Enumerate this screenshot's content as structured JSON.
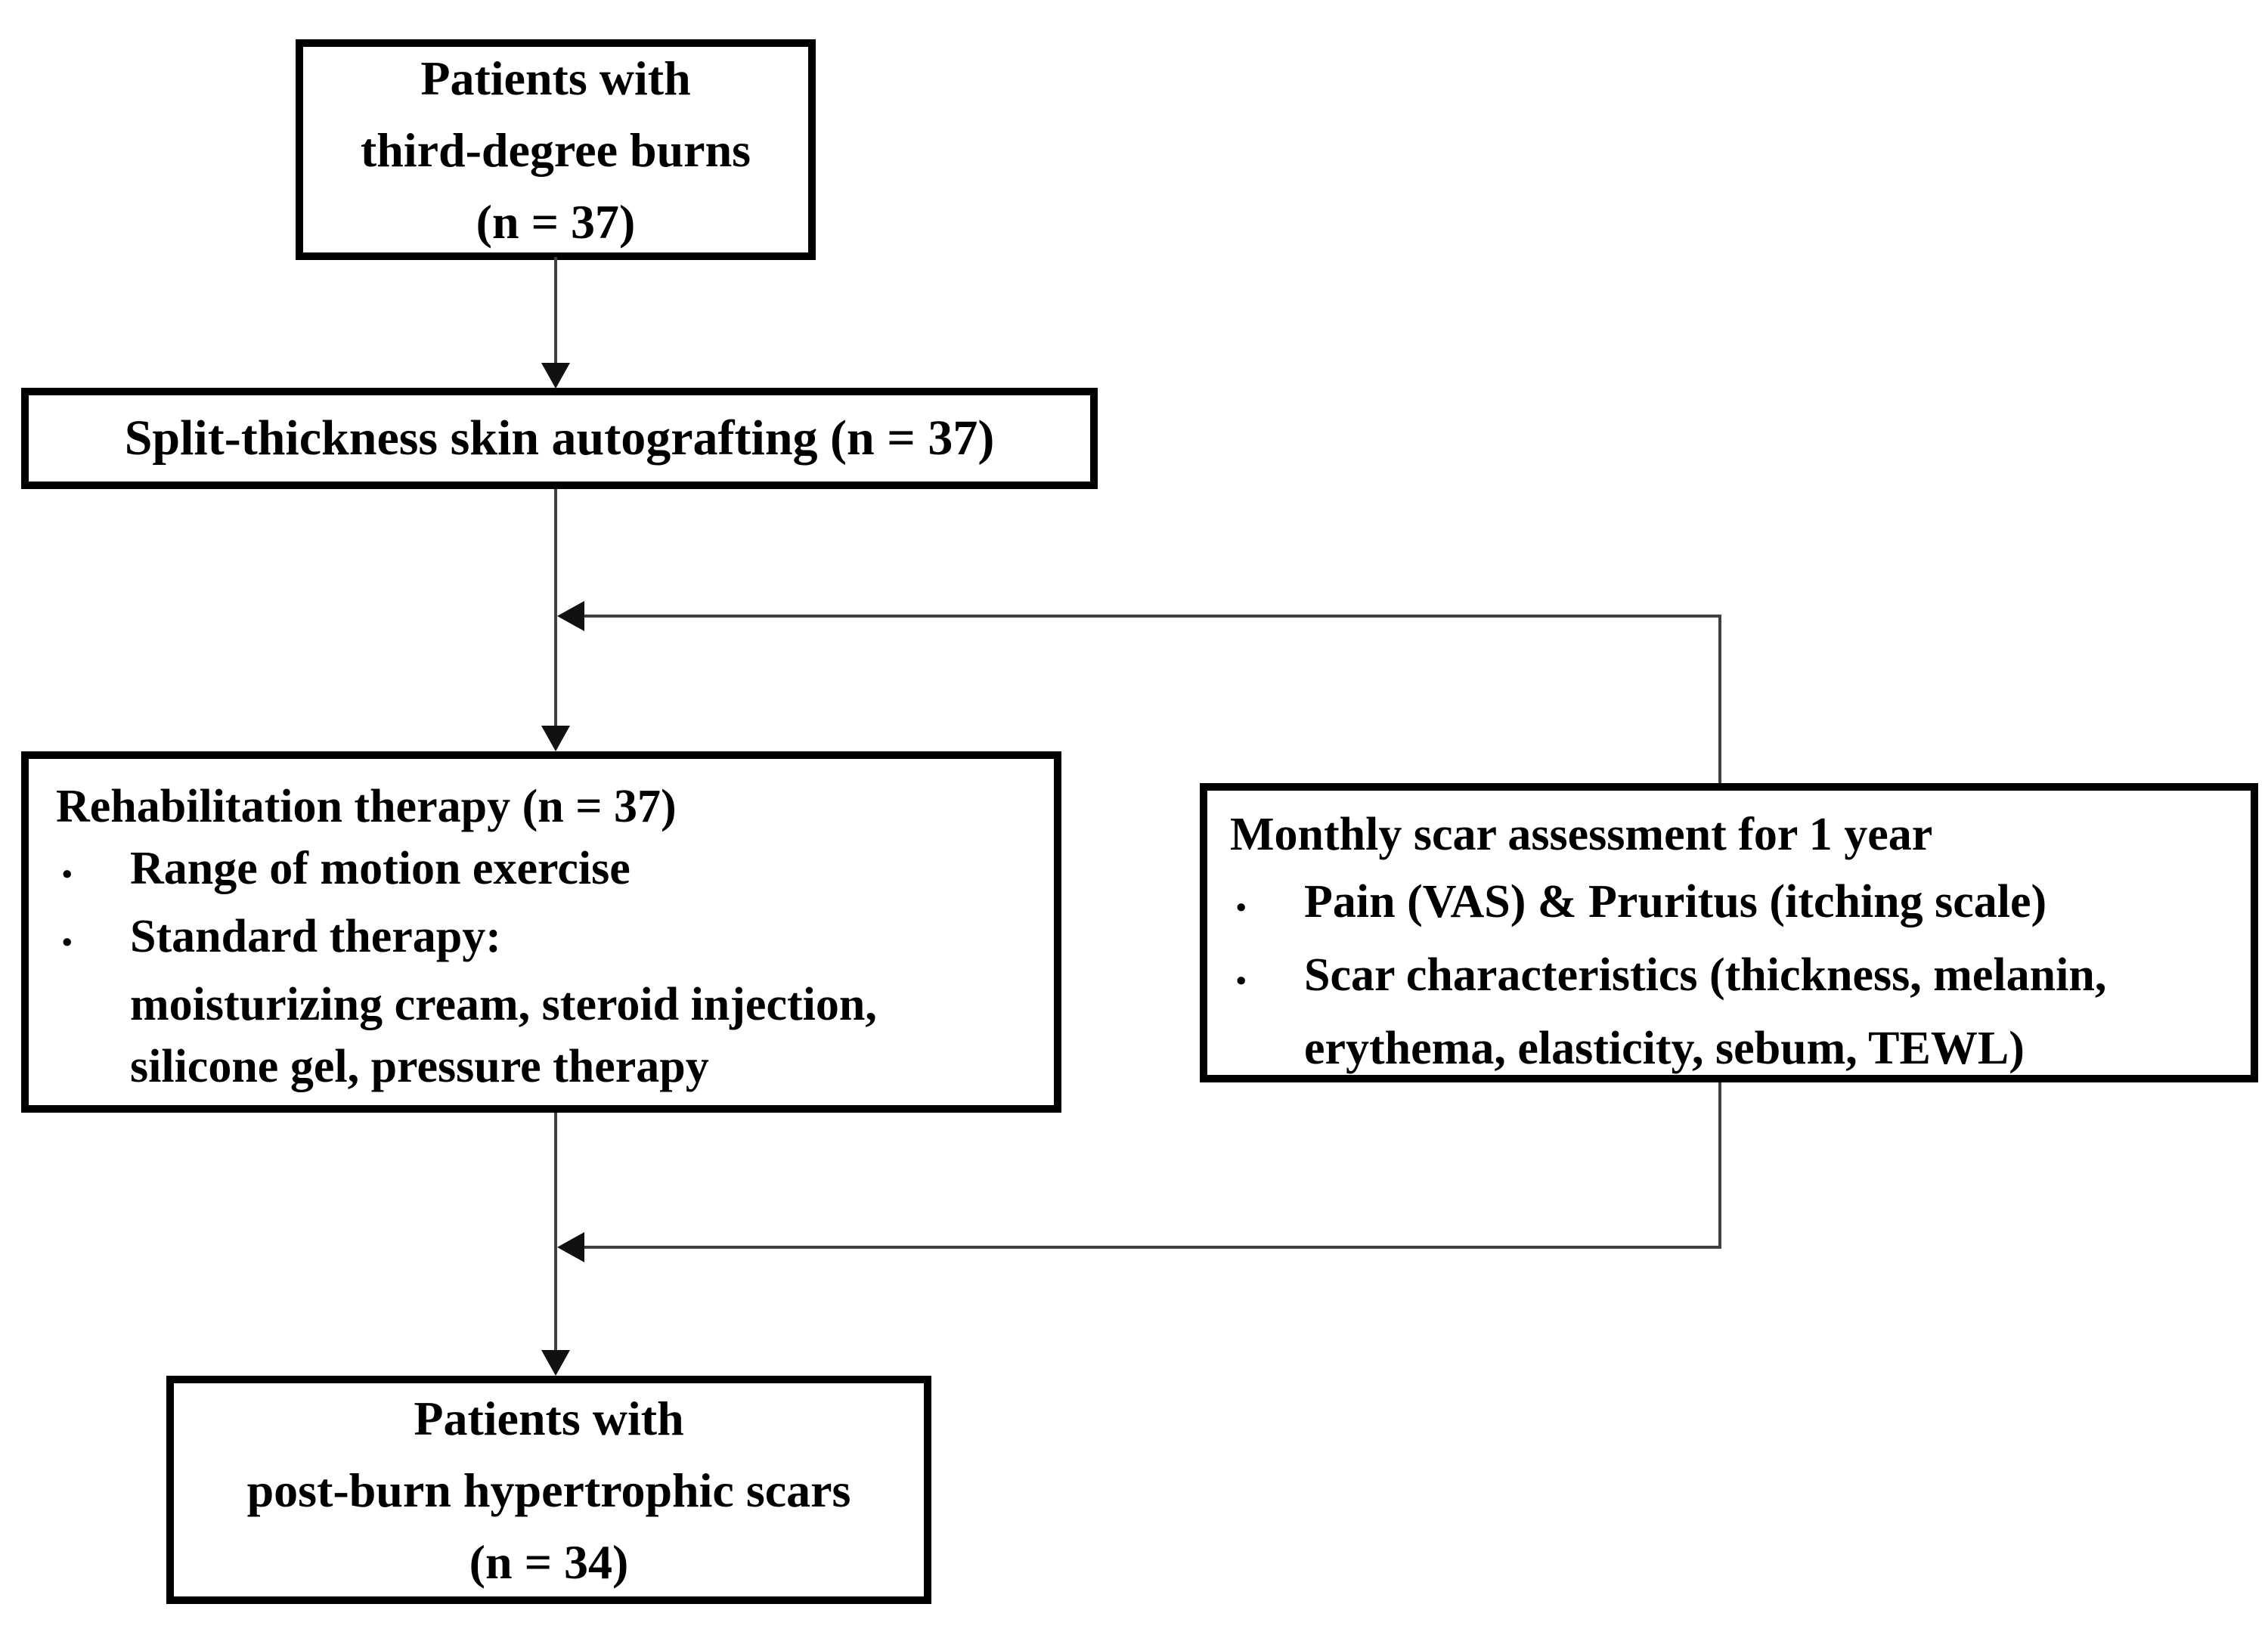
{
  "flowchart": {
    "bullet_char": "•",
    "box_burn_patients": {
      "line1": "Patients with",
      "line2": "third-degree burns",
      "line3": "(n = 37)"
    },
    "box_autografting": {
      "label": "Split-thickness skin autografting (n = 37)"
    },
    "box_rehab": {
      "title": "Rehabilitation therapy (n = 37)",
      "bullet1": "Range of motion exercise",
      "bullet2": "Standard therapy:",
      "bullet2_cont1": "moisturizing cream, steroid injection,",
      "bullet2_cont2": "silicone gel, pressure therapy"
    },
    "box_assessment": {
      "title": "Monthly scar assessment for 1 year",
      "bullet1": "Pain (VAS) & Pruritus (itching scale)",
      "bullet2": "Scar characteristics (thickness, melanin,",
      "bullet2_cont1": "erythema, elasticity, sebum, TEWL)"
    },
    "box_scar_patients": {
      "line1": "Patients with",
      "line2": "post-burn hypertrophic scars",
      "line3": "(n = 34)"
    }
  },
  "colors": {
    "background": "#ffffff",
    "box_border": "#000000",
    "text": "#000000",
    "connector_line": "#404040",
    "arrowhead": "#111111"
  }
}
